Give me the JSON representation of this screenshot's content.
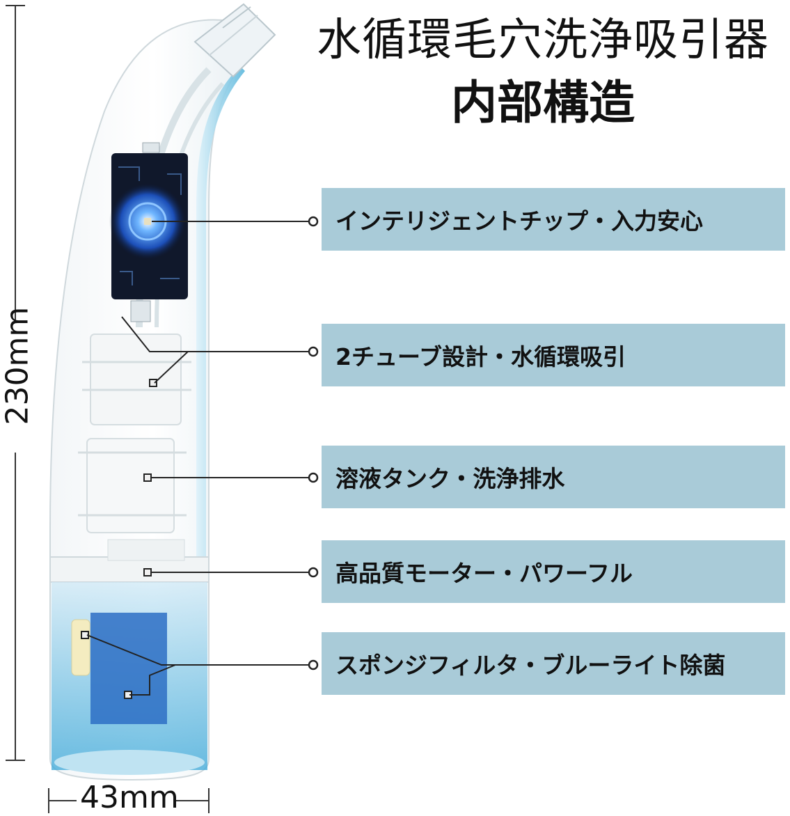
{
  "title": "水循環毛穴洗浄吸引器",
  "subtitle": "内部構造",
  "features": [
    "インテリジェントチップ・入力安心",
    "2チューブ設計・水循環吸引",
    "溶液タンク・洗浄排水",
    "高品質モーター・パワーフル",
    "スポンジフィルタ・ブルーライト除菌"
  ],
  "dimensions": {
    "height_label": "230mm",
    "width_label": "43mm"
  },
  "colors": {
    "label_box": "#a9cbd8",
    "device_accent": "#3aa7d8"
  }
}
